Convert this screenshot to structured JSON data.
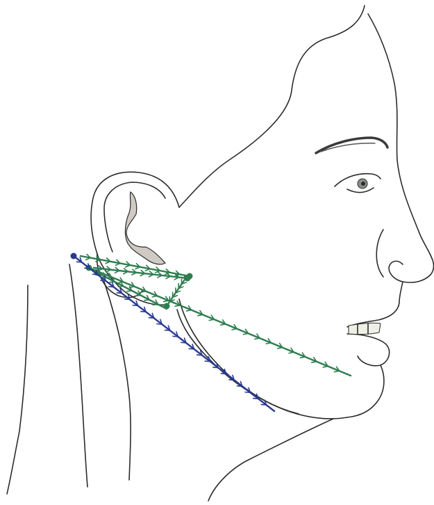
{
  "figure": {
    "subject": "face-profile-with-thread-vectors",
    "colors": {
      "outline": "#2b2b2b",
      "ear_shade": "#cfcac4",
      "green_thread": "#2e7d4f",
      "blue_thread": "#2a3a8f",
      "teeth": "#eef0e6"
    },
    "threads": [
      {
        "name": "green-thread-1",
        "color_key": "green_thread",
        "barb_count": 22
      },
      {
        "name": "green-thread-2",
        "color_key": "green_thread",
        "barb_count": 10
      },
      {
        "name": "green-thread-3",
        "color_key": "green_thread",
        "barb_count": 10
      },
      {
        "name": "green-thread-4",
        "color_key": "green_thread",
        "barb_count": 7
      },
      {
        "name": "green-thread-5",
        "color_key": "green_thread",
        "barb_count": 6
      },
      {
        "name": "blue-thread-1",
        "color_key": "blue_thread",
        "barb_count": 24
      }
    ]
  }
}
